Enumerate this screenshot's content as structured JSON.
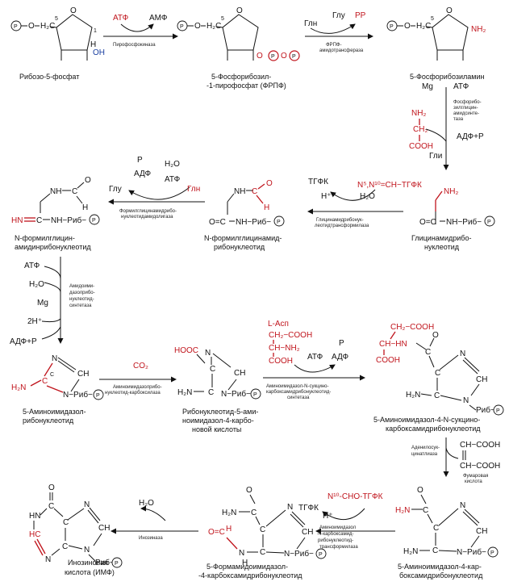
{
  "compounds": {
    "ribose5p": "Рибозо-5-фосфат",
    "prpp": [
      "5-Фосфорибозил-",
      "-1-пирофосфат (ФРПФ)"
    ],
    "pra": "5-Фосфорибозиламин",
    "gar": [
      "Глицинамидрибо-",
      "нуклеотид"
    ],
    "fgar": [
      "N-формилглицинамид-",
      "рибонуклеотид"
    ],
    "fgam": [
      "N-формилглицин-",
      "амидинрибонуклеотид"
    ],
    "air": [
      "5-Аминоимидазол-",
      "рибонуклеотид"
    ],
    "cair": [
      "Рибонуклеотид-5-ами-",
      "ноимидазол-4-карбо-",
      "новой  кислоты"
    ],
    "saicar": [
      "5-Аминоимидазол-4-N-сукцино-",
      "карбоксамидрибонуклеотид"
    ],
    "aicar": [
      "5-Аминоимидазол-4-кар-",
      "боксамидрибонуклеотид"
    ],
    "faicar": [
      "5-Формамидоимидазол-",
      "-4-карбоксамидрибонуклеотид"
    ],
    "imp": [
      "Инозиновая",
      "кислота  (ИМФ)"
    ]
  },
  "enzymes": {
    "e1": "Пирофосфокиназа",
    "e2": [
      "ФРПФ-",
      "амидотрансфераза"
    ],
    "e3": [
      "Фосфорибо-",
      "зилглицин-",
      "амидсинте-",
      "таза"
    ],
    "e4": [
      "Глицинамидрибонук-",
      "леотидтрансформилаза"
    ],
    "e5": [
      "Формилглицинамидрибо-",
      "нуклеотидамидолигаза"
    ],
    "e6": [
      "Амидоими-",
      "дазолрибо-",
      "нуклеотид-",
      "синтетаза"
    ],
    "e7": [
      "Аминоимидазолрибо-",
      "нуклеотид-карбоксилаза"
    ],
    "e8": [
      "Аминоимидазол-N-сукцино-",
      "карбоксамидрибонуклеотид-",
      "синтетаза"
    ],
    "e9": [
      "Аденилосук-",
      "цинатлиаза"
    ],
    "e10": [
      "Аминоимидазол",
      "-4-карбоксамид-",
      "рибонуклеотид-",
      "трансформилаза"
    ],
    "e11": "Инозиназа"
  },
  "cofactors": {
    "atp": "АТФ",
    "amp": "АМФ",
    "adp_pi": "АДФ+P",
    "gln": "Глн",
    "glu": "Глу",
    "ppi": "PP",
    "mg": "Mg",
    "gly": "Гли",
    "thf": "ТГФК",
    "methenyl": "N⁵,N¹⁰=CH−ТГФК",
    "formyl": "N¹⁰-CHO-ТГФК",
    "h2o": "H₂O",
    "hplus": "H⁺",
    "co2": "CO₂",
    "asp": "L-Асп",
    "pi": "P",
    "adp": "АДФ",
    "twoH": "2H⁺",
    "fumarate_label": [
      "Фумаровая",
      "кислота"
    ]
  },
  "structure_text": {
    "p": "P",
    "rib": "Риб",
    "nh2": "NH₂",
    "oh": "OH",
    "cooh": "COOH",
    "hooc": "HOOC"
  },
  "colors": {
    "red": "#c0141c",
    "blue": "#1a3fa0",
    "ink": "#111111"
  }
}
